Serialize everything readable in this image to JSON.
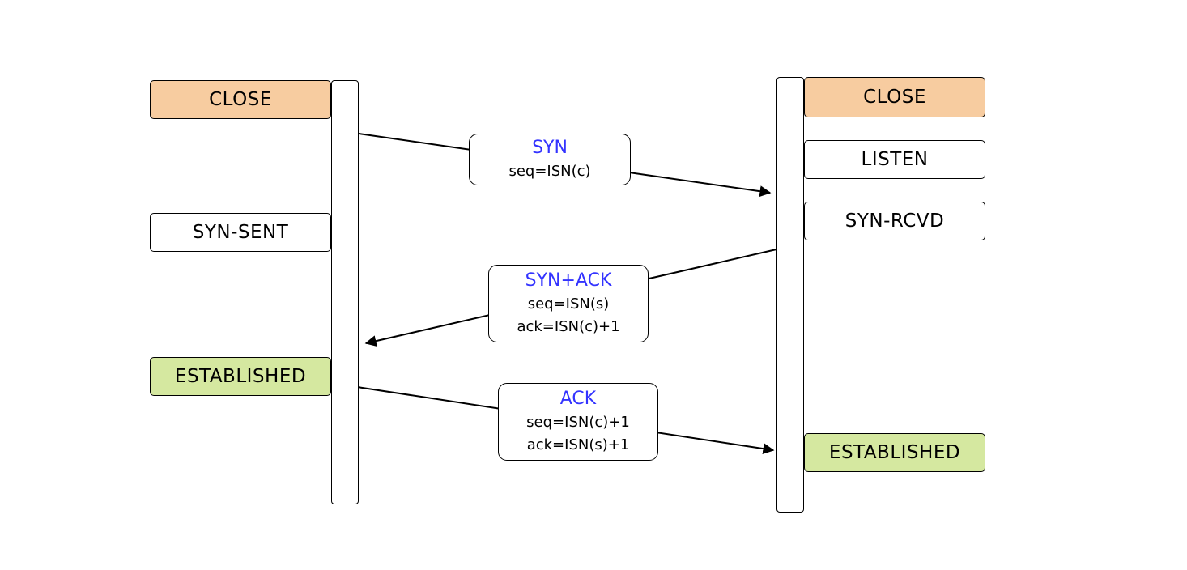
{
  "client": {
    "states": {
      "close": "CLOSE",
      "syn_sent": "SYN-SENT",
      "established": "ESTABLISHED"
    }
  },
  "server": {
    "states": {
      "close": "CLOSE",
      "listen": "LISTEN",
      "syn_rcvd": "SYN-RCVD",
      "established": "ESTABLISHED"
    }
  },
  "messages": [
    {
      "title": "SYN",
      "lines": [
        "seq=ISN(c)"
      ]
    },
    {
      "title": "SYN+ACK",
      "lines": [
        "seq=ISN(s)",
        "ack=ISN(c)+1"
      ]
    },
    {
      "title": "ACK",
      "lines": [
        "seq=ISN(c)+1",
        "ack=ISN(s)+1"
      ]
    }
  ],
  "colors": {
    "close_fill": "#f7cca0",
    "established_fill": "#d5e8a0",
    "message_title": "#3333ff",
    "line": "#000000"
  }
}
